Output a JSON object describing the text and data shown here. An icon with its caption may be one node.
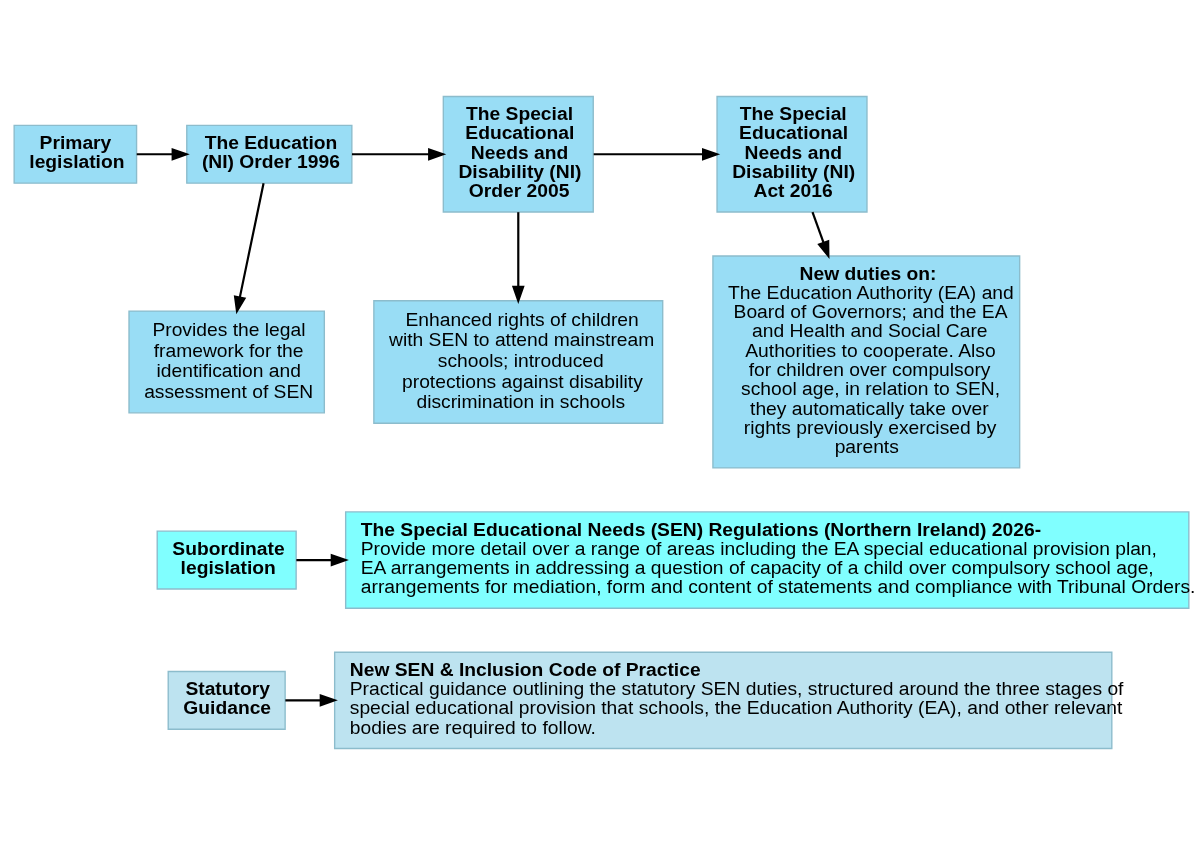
{
  "diagram": {
    "nodes": [
      {
        "text": [
          "Primary legislation"
        ]
      },
      {
        "text": [
          "The Education (NI) Order 1996"
        ]
      },
      {
        "text": [
          "The Special Educational Needs and Disability (NI) Order 2005"
        ]
      },
      {
        "text": [
          "The Special Educational Needs and Disability (NI) Act 2016"
        ]
      },
      {
        "text": [
          "Provides the legal framework for the identification and assessment of SEN"
        ]
      },
      {
        "text": [
          "Enhanced rights of children with SEN to attend mainstream schools; introduced protections against disability discrimination in schools"
        ]
      },
      {
        "text": [
          "New duties on:",
          "The Education Authority (EA) and Board of Governors; and the EA and Health and Social Care Authorities to cooperate. Also for children over compulsory school age, in relation to SEN, they automatically take over rights previously exercised by parents"
        ]
      },
      {
        "text": [
          "Subordinate legislation"
        ]
      },
      {
        "text": [
          "The Special Educational Needs (SEN) Regulations (Northern Ireland) 2026-",
          "Provide more detail over a range of areas including the EA special educational provision plan, EA arrangements in addressing a question of capacity of a child over compulsory school age, arrangements for mediation, form and content of statements and compliance with Tribunal Orders."
        ]
      },
      {
        "text": [
          "Statutory Guidance"
        ]
      },
      {
        "text": [
          "New SEN & Inclusion Code of Practice",
          "Practical guidance outlining the statutory SEN duties, structured around the three stages of special educational provision that schools, the Education Authority (EA), and other relevant bodies are required to follow."
        ]
      }
    ],
    "edges": [
      {
        "from": 0,
        "to": 1,
        "arrow": "to"
      },
      {
        "from": 1,
        "to": 2,
        "arrow": "to"
      },
      {
        "from": 2,
        "to": 3,
        "arrow": "to"
      },
      {
        "from": 1,
        "to": 4,
        "arrow": "to"
      },
      {
        "from": 2,
        "to": 5,
        "arrow": "to"
      },
      {
        "from": 3,
        "to": 6,
        "arrow": "to"
      },
      {
        "from": 7,
        "to": 8,
        "arrow": "to"
      },
      {
        "from": 9,
        "to": 10,
        "arrow": "to"
      }
    ]
  }
}
